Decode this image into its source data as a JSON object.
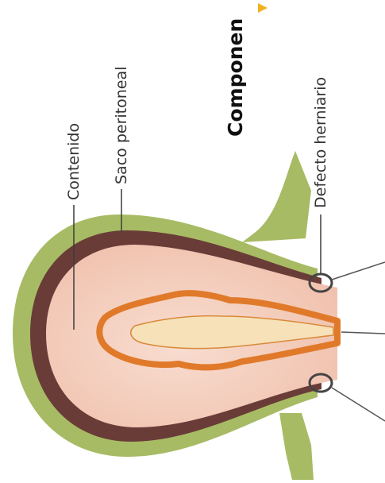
{
  "diagram": {
    "title": "Componen",
    "labels": {
      "contenido": "Contenido",
      "saco": "Saco peritoneal",
      "defecto": "Defecto herniario"
    },
    "colors": {
      "background": "#ffffff",
      "fat_layer": "#a7bb64",
      "fat_layer_light": "#c6d48f",
      "sac_layer": "#6a3c38",
      "contents": "#f3c9b8",
      "contents_light": "#f8ddd0",
      "core_highlight": "#e07a2a",
      "leader_line": "#3c3c3c",
      "title_text": "#111111",
      "accent": "#f0b020"
    }
  }
}
